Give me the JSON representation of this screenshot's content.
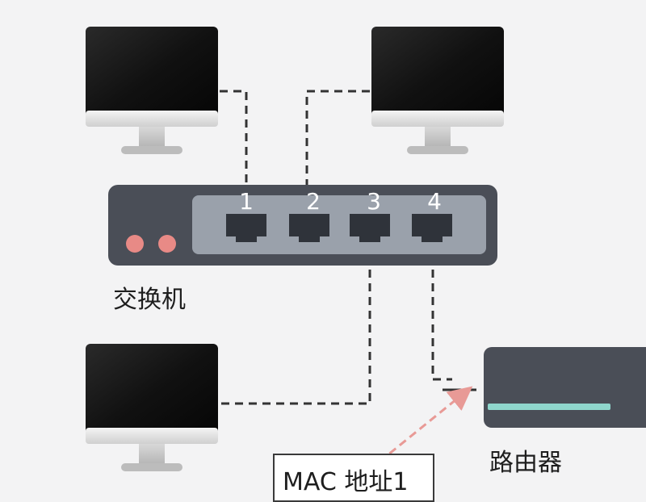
{
  "title": "……",
  "switch": {
    "label": "交换机",
    "ports": [
      "1",
      "2",
      "3",
      "4"
    ]
  },
  "router": {
    "label": "路由器"
  },
  "mac_label": "MAC 地址1",
  "colors": {
    "background": "#f3f3f4",
    "switch_body": "#4a4e57",
    "port_panel": "#9aa1ab",
    "port_socket": "#2f333a",
    "led": "#e88a86",
    "router_body": "#4a4e57",
    "router_stripe": "#8fd6cc",
    "cable": "#333333",
    "mac_arrow": "#e89a96",
    "title": "#e23b2e"
  }
}
